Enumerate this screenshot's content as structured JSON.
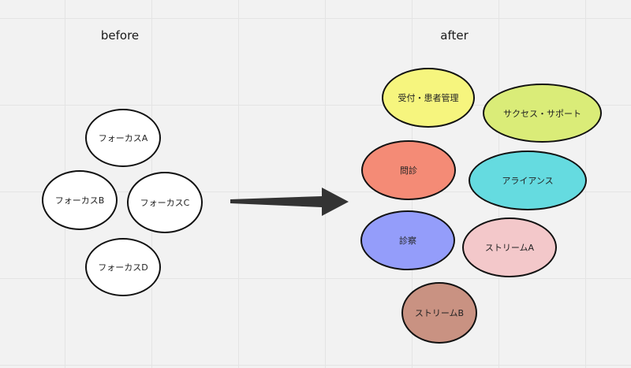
{
  "headings": {
    "before": "before",
    "after": "after"
  },
  "before_nodes": [
    {
      "label": "フォーカスA"
    },
    {
      "label": "フォーカスB"
    },
    {
      "label": "フォーカスC"
    },
    {
      "label": "フォーカスD"
    }
  ],
  "after_nodes": [
    {
      "label": "受付・患者管理",
      "color": "#f6f57e"
    },
    {
      "label": "サクセス・サポート",
      "color": "#daec78"
    },
    {
      "label": "問診",
      "color": "#f48b76"
    },
    {
      "label": "アライアンス",
      "color": "#65dbe0"
    },
    {
      "label": "診察",
      "color": "#949dfa"
    },
    {
      "label": "ストリームA",
      "color": "#f3c8ca"
    },
    {
      "label": "ストリームB",
      "color": "#c99282"
    }
  ],
  "colors": {
    "before_fill": "#ffffff",
    "stroke": "#111111",
    "arrow": "#333333"
  }
}
